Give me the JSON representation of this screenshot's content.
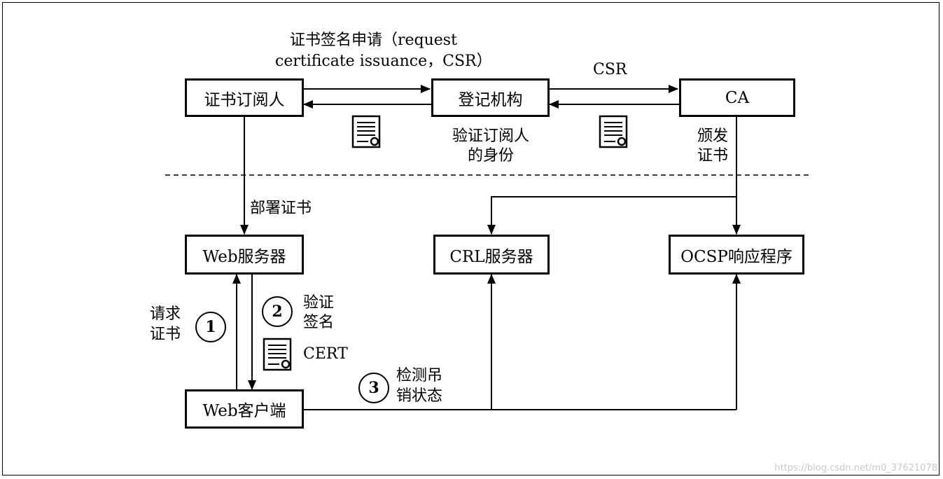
{
  "nodes": {
    "subscriber": "证书订阅人",
    "ra": "登记机构",
    "ca": "CA",
    "web_server": "Web服务器",
    "crl_server": "CRL服务器",
    "ocsp": "OCSP响应程序",
    "web_client": "Web客户端"
  },
  "labels": {
    "csr_request_line1": "证书签名申请（request",
    "csr_request_line2": "certificate issuance，CSR）",
    "csr": "CSR",
    "verify_identity_line1": "验证订阅人",
    "verify_identity_line2": "的身份",
    "issue_line1": "颁发",
    "issue_line2": "证书",
    "deploy": "部署证书",
    "request_cert_line1": "请求",
    "request_cert_line2": "证书",
    "verify_sig_line1": "验证",
    "verify_sig_line2": "签名",
    "cert": "CERT",
    "check_revocation_line1": "检测吊",
    "check_revocation_line2": "销状态"
  },
  "steps": [
    "1",
    "2",
    "3"
  ],
  "icons": [
    "certificate-icon",
    "certificate-icon",
    "certificate-icon"
  ],
  "watermark": "https://blog.csdn.net/m0_37621078"
}
